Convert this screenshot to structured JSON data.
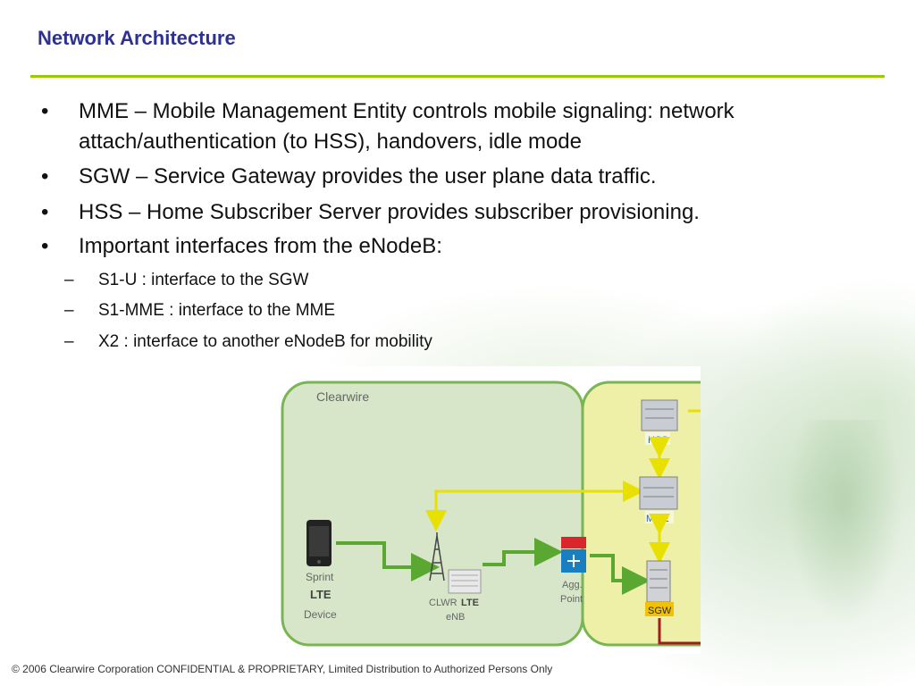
{
  "slide": {
    "title": "Network Architecture",
    "bullets": [
      {
        "text_line1": "MME – Mobile Management Entity controls mobile signaling: network",
        "text_line2": "attach/authentication (to HSS), handovers, idle mode"
      },
      {
        "text": "SGW – Service Gateway provides the user plane data traffic."
      },
      {
        "text": "HSS – Home Subscriber Server provides subscriber provisioning."
      },
      {
        "text": "Important interfaces from the eNodeB:"
      }
    ],
    "sub_bullets": [
      "S1-U : interface to the SGW",
      "S1-MME : interface to the MME",
      "X2 : interface to another eNodeB for mobility"
    ],
    "bullet_glyph": "•",
    "dash_glyph": "–",
    "accent_color": "#99cc00",
    "title_color": "#2e3192"
  },
  "diagram": {
    "clearwire_label": "Clearwire",
    "device_label_1": "Sprint",
    "device_label_2": "LTE",
    "device_label_3": "Device",
    "enb_label_1": "CLWR",
    "enb_label_1b": "LTE",
    "enb_label_2": "eNB",
    "agg_label_1": "Agg.",
    "agg_label_2": "Point",
    "hss_label": "HSS",
    "mme_label": "MME",
    "sgw_label": "SGW"
  },
  "footer": {
    "text": "© 2006 Clearwire Corporation CONFIDENTIAL & PROPRIETARY, Limited Distribution to Authorized Persons Only"
  }
}
